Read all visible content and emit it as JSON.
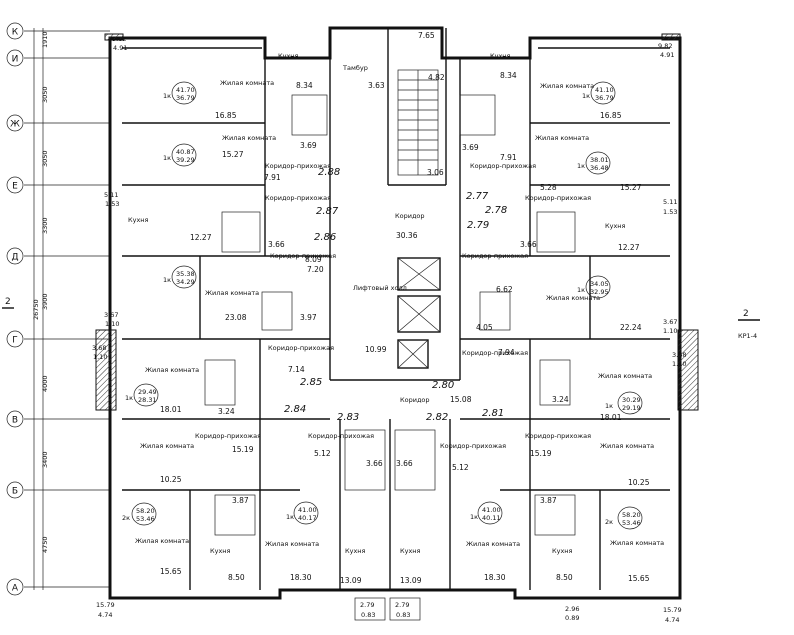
{
  "axes": {
    "rows": [
      "К",
      "И",
      "Ж",
      "Е",
      "Д",
      "Г",
      "В",
      "Б",
      "А"
    ],
    "dims": [
      "1910",
      "3050",
      "3050",
      "3300",
      "3900",
      "4000",
      "3400",
      "4750"
    ],
    "total": "26750",
    "section_mark": "2",
    "section_sheet": "КР1-4"
  },
  "rooms": [
    {
      "id": "r1",
      "label": "Кухня",
      "area": ""
    },
    {
      "id": "r2",
      "label": "Тамбур",
      "area": "3.63"
    },
    {
      "id": "r3",
      "label": "Кухня",
      "area": ""
    },
    {
      "id": "r4",
      "label": "Жилая комната",
      "area": "16.85"
    },
    {
      "id": "r5",
      "label": "Жилая комната",
      "area": "16.85"
    },
    {
      "id": "r6",
      "label": "Жилая комната",
      "area": "15.27"
    },
    {
      "id": "r7",
      "label": "Жилая комната",
      "area": "15.27"
    },
    {
      "id": "r8",
      "label": "Коридор-прихожая",
      "area": "7.91"
    },
    {
      "id": "r9",
      "label": "Коридор-прихожая",
      "area": "7.91"
    },
    {
      "id": "r10",
      "label": "Кухня",
      "area": "12.27"
    },
    {
      "id": "r11",
      "label": "Кухня",
      "area": "12.27"
    },
    {
      "id": "r12",
      "label": "Коридор-прихожая",
      "area": "8.09"
    },
    {
      "id": "r13",
      "label": "Коридор-прихожая",
      "area": "5.28"
    },
    {
      "id": "r14",
      "label": "Коридор",
      "area": "30.36"
    },
    {
      "id": "r15",
      "label": "Коридор-прихожая",
      "area": "7.20"
    },
    {
      "id": "r16",
      "label": "Коридор-прихожая",
      "area": ""
    },
    {
      "id": "r17",
      "label": "Жилая комната",
      "area": "23.08"
    },
    {
      "id": "r18",
      "label": "Жилая комната",
      "area": "22.24"
    },
    {
      "id": "r19",
      "label": "Лифтовый холл",
      "area": "10.99"
    },
    {
      "id": "r20",
      "label": "Коридор-прихожая",
      "area": "7.14"
    },
    {
      "id": "r21",
      "label": "Коридор-прихожая",
      "area": "7.94"
    },
    {
      "id": "r22",
      "label": "Жилая комната",
      "area": "18.01"
    },
    {
      "id": "r23",
      "label": "Жилая комната",
      "area": "18.01"
    },
    {
      "id": "r24",
      "label": "Коридор",
      "area": "15.08"
    },
    {
      "id": "r25",
      "label": "Жилая комната",
      "area": "10.25"
    },
    {
      "id": "r26",
      "label": "Жилая комната",
      "area": "10.25"
    },
    {
      "id": "r27",
      "label": "Коридор-прихожая",
      "area": "15.19"
    },
    {
      "id": "r28",
      "label": "Коридор-прихожая",
      "area": "15.19"
    },
    {
      "id": "r29",
      "label": "Коридор-прихожая",
      "area": "5.12"
    },
    {
      "id": "r30",
      "label": "Коридор-прихожая",
      "area": "5.12"
    },
    {
      "id": "r31",
      "label": "Жилая комната",
      "area": "15.65"
    },
    {
      "id": "r32",
      "label": "Жилая комната",
      "area": "15.65"
    },
    {
      "id": "r33",
      "label": "Кухня",
      "area": "8.50"
    },
    {
      "id": "r34",
      "label": "Кухня",
      "area": "8.50"
    },
    {
      "id": "r35",
      "label": "Жилая комната",
      "area": "18.30"
    },
    {
      "id": "r36",
      "label": "Жилая комната",
      "area": "18.30"
    },
    {
      "id": "r37",
      "label": "Кухня",
      "area": "13.09"
    },
    {
      "id": "r38",
      "label": "Кухня",
      "area": "13.09"
    }
  ],
  "small_areas": [
    "8.34",
    "8.34",
    "4.82",
    "3.69",
    "3.69",
    "3.06",
    "3.66",
    "3.66",
    "3.97",
    "4.05",
    "6.62",
    "3.24",
    "3.24",
    "3.66",
    "3.66",
    "3.87",
    "3.87",
    "7.65"
  ],
  "apartments": [
    {
      "id": "a1",
      "rooms": "1к",
      "total": "41.70",
      "living": "36.79"
    },
    {
      "id": "a2",
      "rooms": "1к",
      "total": "41.10",
      "living": "36.79"
    },
    {
      "id": "a3",
      "rooms": "1к",
      "total": "40.87",
      "living": "39.29"
    },
    {
      "id": "a4",
      "rooms": "1к",
      "total": "38.01",
      "living": "36.48"
    },
    {
      "id": "a5",
      "rooms": "1к",
      "total": "35.38",
      "living": "34.29"
    },
    {
      "id": "a6",
      "rooms": "1к",
      "total": "34.05",
      "living": "32.95"
    },
    {
      "id": "a7",
      "rooms": "1к",
      "total": "29.49",
      "living": "28.31"
    },
    {
      "id": "a8",
      "rooms": "1к",
      "total": "30.29",
      "living": "29.19"
    },
    {
      "id": "a9",
      "rooms": "2к",
      "total": "58.20",
      "living": "53.46"
    },
    {
      "id": "a10",
      "rooms": "1к",
      "total": "41.00",
      "living": "40.17"
    },
    {
      "id": "a11",
      "rooms": "1к",
      "total": "41.00",
      "living": "40.11"
    },
    {
      "id": "a12",
      "rooms": "2к",
      "total": "58.20",
      "living": "53.46"
    }
  ],
  "balconies": {
    "top_left": [
      "9.82",
      "4.91"
    ],
    "top_right": [
      "9.82",
      "4.91"
    ],
    "left_e": [
      "5.11",
      "1.53"
    ],
    "right_e": [
      "5.11",
      "1.53"
    ],
    "left_g": [
      "3.67",
      "1.10"
    ],
    "right_g": [
      "3.67",
      "1.10"
    ],
    "left_g2": [
      "3.68",
      "1.10"
    ],
    "right_g2": [
      "3.68",
      "1.10"
    ],
    "bottom_left": [
      "15.79",
      "4.74"
    ],
    "bottom_right": [
      "15.79",
      "4.74"
    ],
    "bottom_c1": [
      "2.79",
      "0.83"
    ],
    "bottom_c2": [
      "2.79",
      "0.83"
    ],
    "bottom_c3": [
      "2.96",
      "0.89"
    ]
  },
  "handwritten": [
    "2.88",
    "2.87",
    "2.86",
    "2.77",
    "2.78",
    "2.79",
    "2.85",
    "2.84",
    "2.83",
    "2.82",
    "2.81",
    "2.80"
  ]
}
